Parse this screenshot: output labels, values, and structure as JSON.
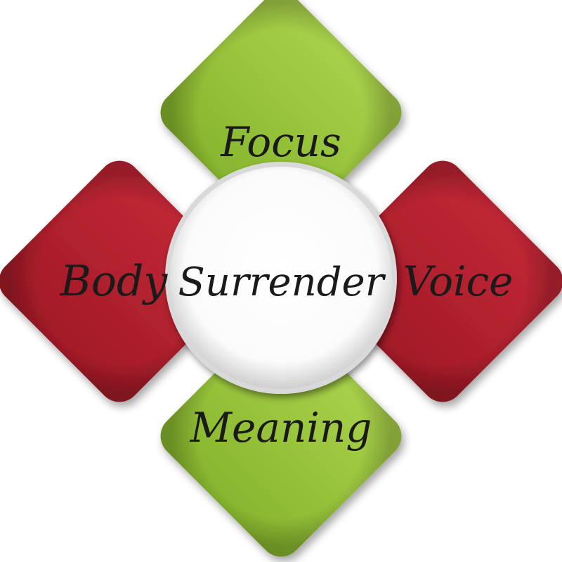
{
  "diagram": {
    "center": {
      "label": "Surrender",
      "color": "#ffffff"
    },
    "petals": [
      {
        "id": "top",
        "label": "Focus",
        "color": "#9ac43f"
      },
      {
        "id": "left",
        "label": "Body",
        "color": "#b5202e"
      },
      {
        "id": "right",
        "label": "Voice",
        "color": "#b5202e"
      },
      {
        "id": "bottom",
        "label": "Meaning",
        "color": "#9ac43f"
      }
    ]
  }
}
